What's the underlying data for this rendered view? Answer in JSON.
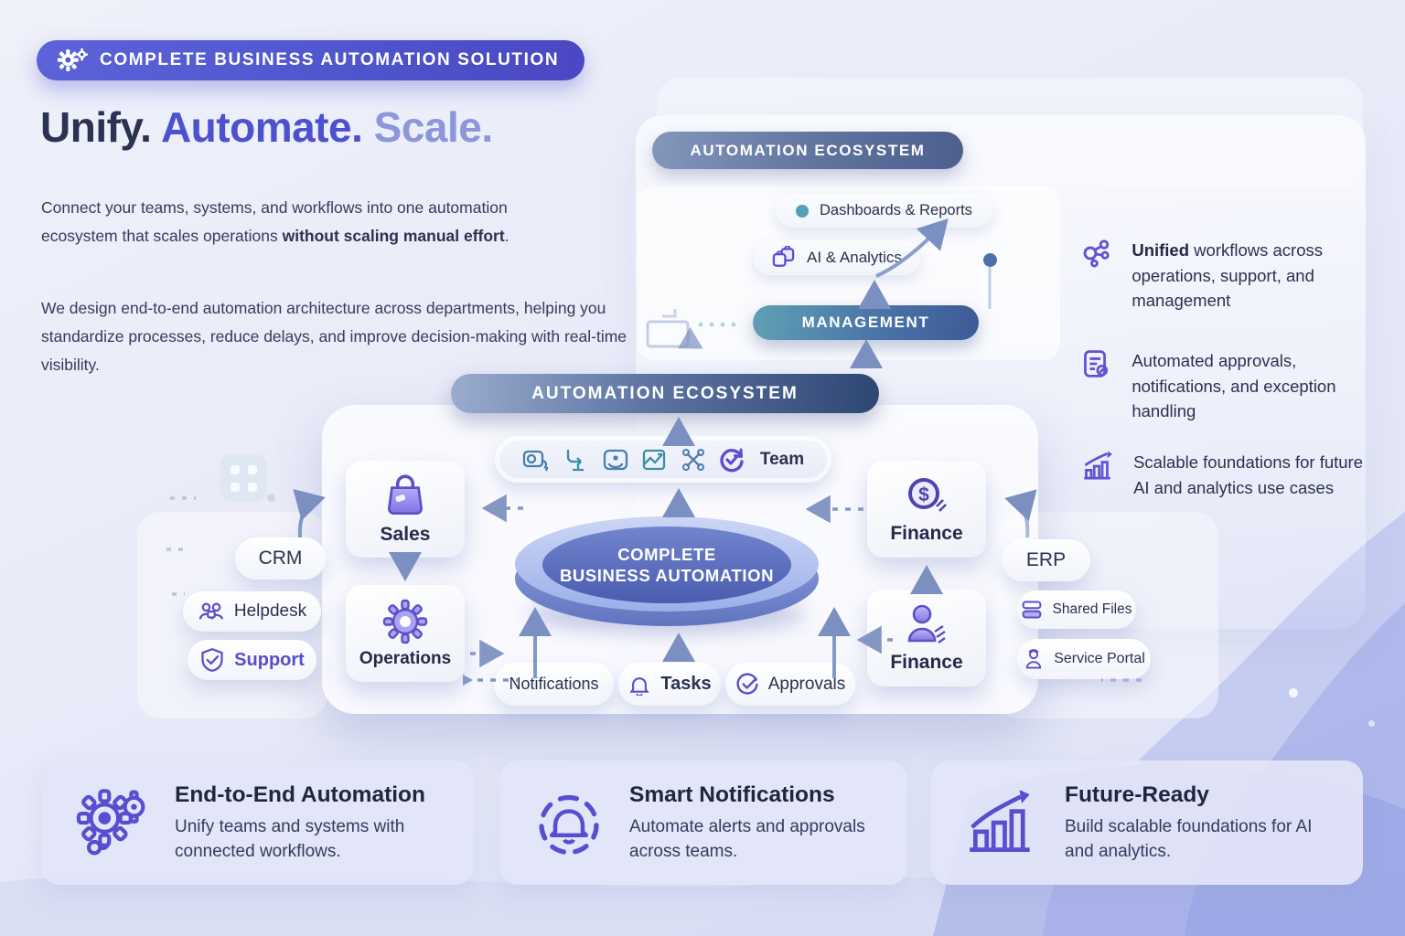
{
  "badge": {
    "icon": "gears-icon",
    "label": "COMPLETE BUSINESS AUTOMATION SOLUTION"
  },
  "headline": {
    "unify": "Unify.",
    "automate": "Automate.",
    "scale": "Scale."
  },
  "intro": {
    "p1a": "Connect your teams, systems, and workflows into one automation ecosystem that scales operations ",
    "p1b": "without scaling manual effort",
    "p1c": ".",
    "p2": "We design end-to-end automation architecture across departments, helping you standardize processes, reduce delays, and improve decision-making with real-time visibility."
  },
  "ecosystem_panel": {
    "title": "AUTOMATION ECOSYSTEM",
    "dashboards_label": "Dashboards & Reports",
    "ai_label": "AI & Analytics",
    "management_label": "MANAGEMENT"
  },
  "features": [
    {
      "icon": "network-icon",
      "bold": "Unified",
      "text": " workflows across operations, support, and management"
    },
    {
      "icon": "document-check-icon",
      "bold": "",
      "text": "Automated approvals, notifications, and exception handling"
    },
    {
      "icon": "growth-chart-icon",
      "bold": "",
      "text": "Scalable foundations for future AI and analytics use cases"
    }
  ],
  "diagram": {
    "title": "AUTOMATION ECOSYSTEM",
    "team_label": "Team",
    "center_line1": "COMPLETE",
    "center_line2": "BUSINESS AUTOMATION",
    "nodes": {
      "sales": "Sales",
      "operations": "Operations",
      "finance_top": "Finance",
      "finance_bottom": "Finance",
      "crm": "CRM",
      "erp": "ERP",
      "helpdesk": "Helpdesk",
      "support": "Support",
      "shared_files": "Shared Files",
      "service_portal": "Service Portal",
      "notifications": "Notifications",
      "tasks": "Tasks",
      "approvals": "Approvals"
    }
  },
  "cards": [
    {
      "icon": "gears-icon",
      "title": "End-to-End Automation",
      "description": "Unify teams and systems with connected workflows."
    },
    {
      "icon": "bell-icon",
      "title": "Smart Notifications",
      "description": "Automate alerts and approvals across teams."
    },
    {
      "icon": "growth-chart-icon",
      "title": "Future-Ready",
      "description": "Build scalable foundations for AI and analytics."
    }
  ],
  "colors": {
    "accent_indigo": "#5a50c8",
    "navy_text": "#232946",
    "slate_pill": "#54678f",
    "teal": "#579fb5",
    "badge_start": "#5c62d8",
    "badge_end": "#4a47c2"
  }
}
